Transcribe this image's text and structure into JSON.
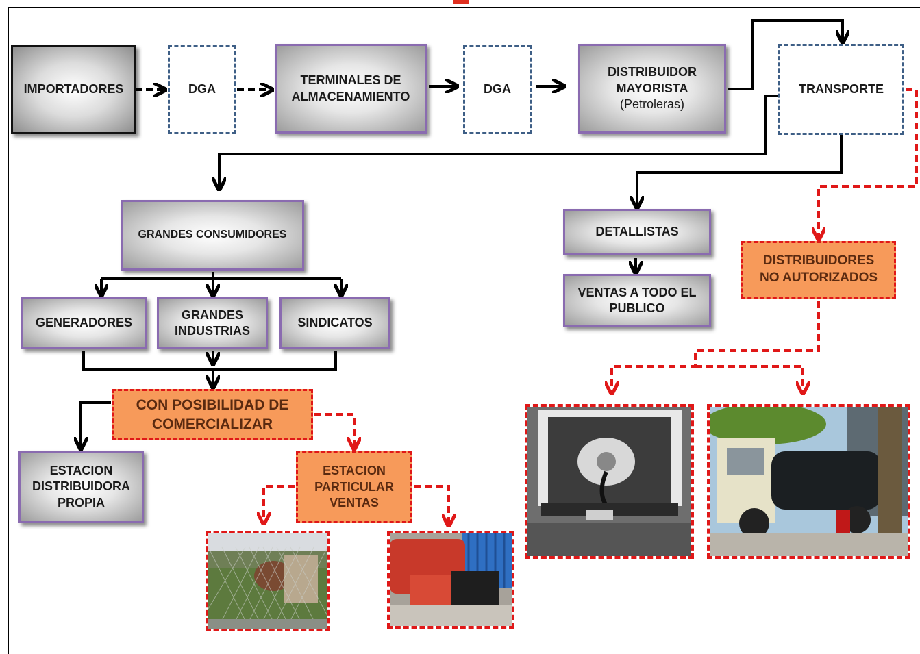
{
  "nodes": {
    "importadores": "IMPORTADORES",
    "dga1": "DGA",
    "terminales_line1": "TERMINALES DE",
    "terminales_line2": "ALMACENAMIENTO",
    "dga2": "DGA",
    "distribuidor_line1": "DISTRIBUIDOR",
    "distribuidor_line2": "MAYORISTA",
    "distribuidor_line3": "(Petroleras)",
    "transporte": "TRANSPORTE",
    "grandes_consumidores": "GRANDES CONSUMIDORES",
    "detallistas": "DETALLISTAS",
    "ventas_line1": "VENTAS A TODO EL",
    "ventas_line2": "PUBLICO",
    "distribuidores_line1": "DISTRIBUIDORES",
    "distribuidores_line2": "NO AUTORIZADOS",
    "generadores": "GENERADORES",
    "grandes_ind_line1": "GRANDES",
    "grandes_ind_line2": "INDUSTRIAS",
    "sindicatos": "SINDICATOS",
    "con_posibilidad_line1": "CON POSIBILIDAD DE",
    "con_posibilidad_line2": "COMERCIALIZAR",
    "estacion_propia_line1": "ESTACION",
    "estacion_propia_line2": "DISTRIBUIDORA",
    "estacion_propia_line3": "PROPIA",
    "estacion_part_line1": "ESTACION",
    "estacion_part_line2": "PARTICULAR",
    "estacion_part_line3": "VENTAS"
  },
  "colors": {
    "solid_arrow": "#000000",
    "dashed_red": "#e01818",
    "dashed_blue": "#3e5f86",
    "orange_fill": "#f79a5a",
    "purple_border": "#8a6bb0"
  }
}
